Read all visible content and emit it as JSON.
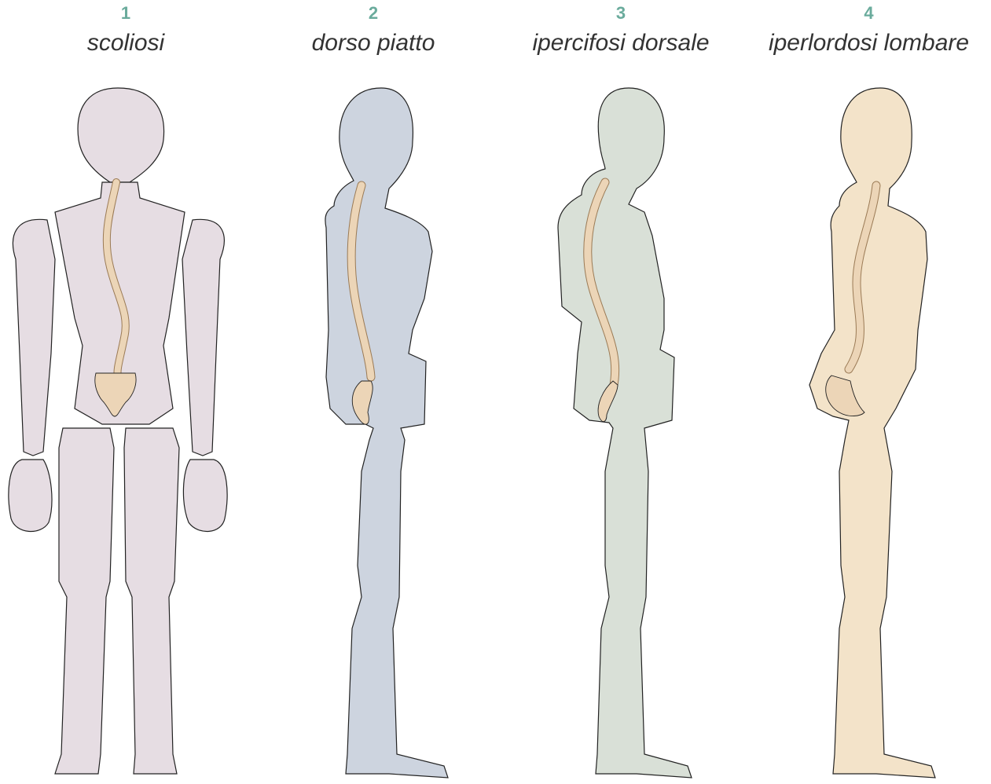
{
  "panels": [
    {
      "number": "1",
      "label": "scoliosi",
      "body_color": "#e6dde3"
    },
    {
      "number": "2",
      "label": "dorso piatto",
      "body_color": "#cdd4df"
    },
    {
      "number": "3",
      "label": "ipercifosi dorsale",
      "body_color": "#d9e0d7"
    },
    {
      "number": "4",
      "label": "iperlordosi lombare",
      "body_color": "#f3e3c9"
    }
  ],
  "colors": {
    "number": "#6aab9c",
    "outline": "#222222",
    "bone": "#ecd5b7"
  }
}
